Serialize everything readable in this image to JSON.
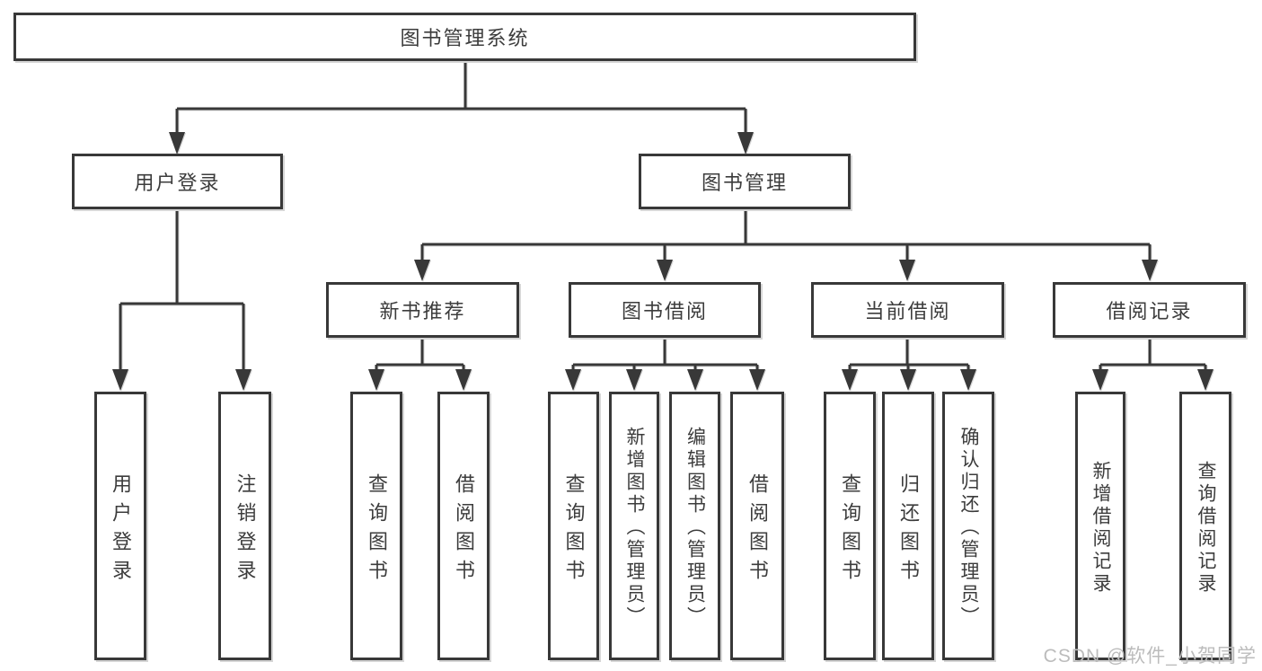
{
  "tree": {
    "root": {
      "label": "图书管理系统"
    },
    "branches": [
      {
        "label": "用户登录",
        "children": [
          {
            "label": "用户登录"
          },
          {
            "label": "注销登录"
          }
        ]
      },
      {
        "label": "图书管理",
        "children": [
          {
            "label": "新书推荐",
            "children": [
              {
                "label": "查询图书"
              },
              {
                "label": "借阅图书"
              }
            ]
          },
          {
            "label": "图书借阅",
            "children": [
              {
                "label": "查询图书"
              },
              {
                "label": "新增图书（管理员）"
              },
              {
                "label": "编辑图书（管理员）"
              },
              {
                "label": "借阅图书"
              }
            ]
          },
          {
            "label": "当前借阅",
            "children": [
              {
                "label": "查询图书"
              },
              {
                "label": "归还图书"
              },
              {
                "label": "确认归还（管理员）"
              }
            ]
          },
          {
            "label": "借阅记录",
            "children": [
              {
                "label": "新增借阅记录"
              },
              {
                "label": "查询借阅记录"
              }
            ]
          }
        ]
      }
    ]
  },
  "watermark": {
    "text": "CSDN @软件_小贺同学"
  },
  "colors": {
    "line": "#383838",
    "box_border": "#383838",
    "text": "#3c3c3c",
    "watermark": "#bcbcbc",
    "background": "#ffffff"
  }
}
